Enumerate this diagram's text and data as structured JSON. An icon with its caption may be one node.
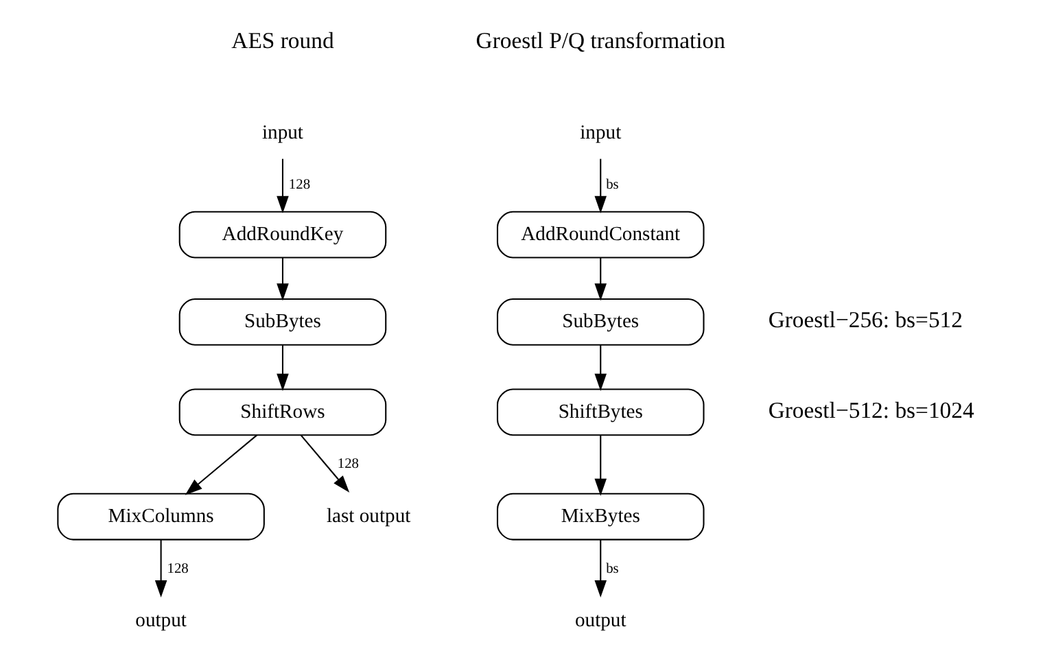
{
  "diagram": {
    "nodes": [
      {
        "text": [
          "input"
        ]
      },
      {
        "text": [
          "AddRoundKey"
        ]
      },
      {
        "text": [
          "SubBytes"
        ]
      },
      {
        "text": [
          "ShiftRows"
        ]
      },
      {
        "text": [
          "MixColumns"
        ]
      },
      {
        "text": [
          "output"
        ]
      },
      {
        "text": [
          "last output"
        ]
      },
      {
        "text": [
          "input"
        ]
      },
      {
        "text": [
          "AddRoundConstant"
        ]
      },
      {
        "text": [
          "SubBytes"
        ]
      },
      {
        "text": [
          "ShiftBytes"
        ]
      },
      {
        "text": [
          "MixBytes"
        ]
      },
      {
        "text": [
          "output"
        ]
      }
    ],
    "edges": [
      {
        "from": 0,
        "to": 1,
        "arrow": "to",
        "label": "128"
      },
      {
        "from": 1,
        "to": 2,
        "arrow": "to"
      },
      {
        "from": 2,
        "to": 3,
        "arrow": "to"
      },
      {
        "from": 3,
        "to": 4,
        "arrow": "to"
      },
      {
        "from": 4,
        "to": 5,
        "arrow": "to",
        "label": "128"
      },
      {
        "from": 3,
        "to": 6,
        "arrow": "to",
        "label": "128"
      },
      {
        "from": 7,
        "to": 8,
        "arrow": "to",
        "label": "bs"
      },
      {
        "from": 8,
        "to": 9,
        "arrow": "to"
      },
      {
        "from": 9,
        "to": 10,
        "arrow": "to"
      },
      {
        "from": 10,
        "to": 11,
        "arrow": "to"
      },
      {
        "from": 11,
        "to": 12,
        "arrow": "to",
        "label": "bs"
      }
    ],
    "labels": [
      "AES round",
      "Groestl P/Q transformation",
      "Groestl−256: bs=512",
      "Groestl−512: bs=1024"
    ]
  }
}
